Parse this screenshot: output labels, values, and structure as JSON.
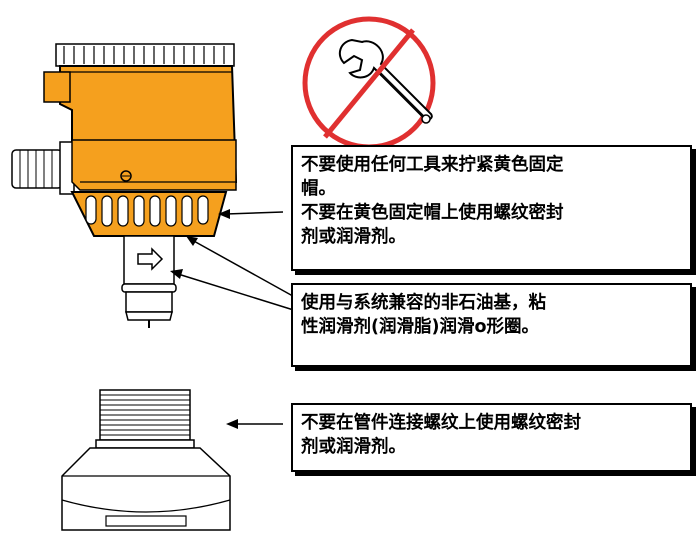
{
  "notes": {
    "no_tools": {
      "line1": "不要使用任何工具来拧紧黄色固定",
      "line2": "帽。",
      "line3": "不要在黄色固定帽上使用螺纹密封",
      "line4": "剂或润滑剂。"
    },
    "oring": {
      "line1": "使用与系统兼容的非石油基，粘",
      "line2": "性润滑剂(润滑脂)润滑o形圈。"
    },
    "fitting": {
      "line1": "不要在管件连接螺纹上使用螺纹密封",
      "line2": "剂或润滑剂。"
    }
  },
  "colors": {
    "housing_orange": "#F5A01E",
    "prohibition_red": "#E03030",
    "outline": "#000000"
  },
  "icons": {
    "prohibition": "no-wrench-icon",
    "flow_arrow": "arrow-right-icon"
  }
}
